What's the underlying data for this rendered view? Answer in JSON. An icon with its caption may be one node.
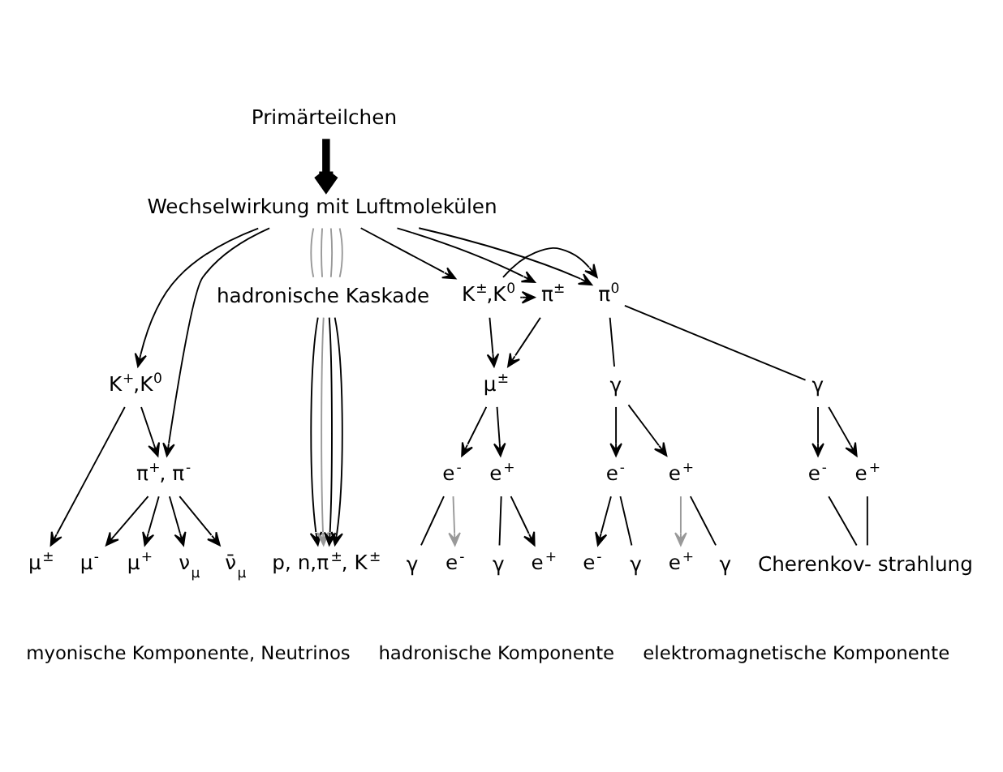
{
  "diagram": {
    "nodes": [
      {
        "text": [
          "Primärteilchen"
        ]
      },
      {
        "text": [
          "Wechselwirkung mit Luftmolekülen"
        ]
      },
      {
        "text": [
          "K$^{+}$,K$^{0}$"
        ]
      },
      {
        "text": [
          "π$^{+}$, π$^{-}$"
        ]
      },
      {
        "text": [
          "μ$^{±}$"
        ]
      },
      {
        "text": [
          "μ$^{+}$"
        ]
      },
      {
        "text": [
          "ν$_{μ}$"
        ]
      },
      {
        "text": [
          "ν̄$_{μ}$"
        ]
      },
      {
        "text": [
          "μ$^{-}$"
        ]
      },
      {
        "text": [
          "hadronische Kaskade"
        ]
      },
      {
        "text": [
          "p, n,π$^{±}$, K$^{±}$"
        ]
      },
      {
        "text": [
          "π$^{±}$"
        ]
      },
      {
        "text": [
          "K$^{±}$,K$^{0}$"
        ]
      },
      {
        "text": [
          "π$^{0}$"
        ]
      },
      {
        "text": [
          "μ$^{±}$"
        ]
      },
      {
        "text": [
          "γ"
        ]
      },
      {
        "text": [
          "γ"
        ]
      },
      {
        "text": [
          "e$^{+}$"
        ]
      },
      {
        "text": [
          "e$^{-}$"
        ]
      },
      {
        "text": [
          "e$^{+}$"
        ]
      },
      {
        "text": [
          "e$^{-}$"
        ]
      },
      {
        "text": [
          "e$^{+}$"
        ]
      },
      {
        "text": [
          "e$^{-}$"
        ]
      },
      {
        "text": [
          "Cherenkov- strahlung"
        ]
      },
      {
        "text": [
          "e$^{+}$"
        ]
      },
      {
        "text": [
          "γ"
        ]
      },
      {
        "text": [
          "e$^{-}$"
        ]
      },
      {
        "text": [
          "γ"
        ]
      },
      {
        "text": [
          "γ"
        ]
      },
      {
        "text": [
          "e$^{+}$"
        ]
      },
      {
        "text": [
          "γ"
        ]
      },
      {
        "text": [
          "e$^{-}$"
        ]
      }
    ],
    "edges": [
      {
        "from": 0,
        "to": 1,
        "arrow": "to",
        "style": "thick"
      },
      {
        "from": 1,
        "to": 2,
        "arrow": "to"
      },
      {
        "from": 1,
        "to": 3,
        "arrow": "to"
      },
      {
        "from": 2,
        "to": 3,
        "arrow": "to"
      },
      {
        "from": 2,
        "to": 4,
        "arrow": "to"
      },
      {
        "from": 3,
        "to": 5,
        "arrow": "to"
      },
      {
        "from": 3,
        "to": 6,
        "arrow": "to"
      },
      {
        "from": 3,
        "to": 7,
        "arrow": "to"
      },
      {
        "from": 3,
        "to": 8,
        "arrow": "to"
      },
      {
        "from": 1,
        "to": 9,
        "arrow": "none",
        "color": "#999999"
      },
      {
        "from": 1,
        "to": 9,
        "arrow": "none",
        "color": "#999999"
      },
      {
        "from": 1,
        "to": 9,
        "arrow": "none",
        "color": "#999999"
      },
      {
        "from": 1,
        "to": 9,
        "arrow": "none",
        "color": "#999999"
      },
      {
        "from": 9,
        "to": 10,
        "arrow": "to"
      },
      {
        "from": 9,
        "to": 10,
        "arrow": "to",
        "color": "#999999"
      },
      {
        "from": 9,
        "to": 10,
        "arrow": "to"
      },
      {
        "from": 9,
        "to": 10,
        "arrow": "to"
      },
      {
        "from": 1,
        "to": 11,
        "arrow": "to"
      },
      {
        "from": 1,
        "to": 12,
        "arrow": "to"
      },
      {
        "from": 1,
        "to": 13,
        "arrow": "to"
      },
      {
        "from": 12,
        "to": 11,
        "arrow": "to"
      },
      {
        "from": 12,
        "to": 13,
        "arrow": "to"
      },
      {
        "from": 12,
        "to": 14,
        "arrow": "to"
      },
      {
        "from": 11,
        "to": 14,
        "arrow": "to"
      },
      {
        "from": 13,
        "to": 15,
        "arrow": "none"
      },
      {
        "from": 13,
        "to": 16,
        "arrow": "none"
      },
      {
        "from": 14,
        "to": 17,
        "arrow": "to"
      },
      {
        "from": 14,
        "to": 18,
        "arrow": "to"
      },
      {
        "from": 15,
        "to": 19,
        "arrow": "to"
      },
      {
        "from": 15,
        "to": 20,
        "arrow": "to"
      },
      {
        "from": 16,
        "to": 21,
        "arrow": "to"
      },
      {
        "from": 16,
        "to": 22,
        "arrow": "to"
      },
      {
        "from": 21,
        "to": 23,
        "arrow": "none"
      },
      {
        "from": 22,
        "to": 23,
        "arrow": "none"
      },
      {
        "from": 17,
        "to": 24,
        "arrow": "to"
      },
      {
        "from": 17,
        "to": 25,
        "arrow": "none"
      },
      {
        "from": 18,
        "to": 26,
        "arrow": "to",
        "color": "#999999"
      },
      {
        "from": 18,
        "to": 27,
        "arrow": "none"
      },
      {
        "from": 19,
        "to": 28,
        "arrow": "none"
      },
      {
        "from": 19,
        "to": 29,
        "arrow": "to",
        "color": "#999999"
      },
      {
        "from": 20,
        "to": 30,
        "arrow": "none"
      },
      {
        "from": 20,
        "to": 31,
        "arrow": "to"
      }
    ],
    "labels": [
      "myonische Komponente, Neutrinos",
      "hadronische Komponente",
      "elektromagnetische Komponente"
    ]
  }
}
